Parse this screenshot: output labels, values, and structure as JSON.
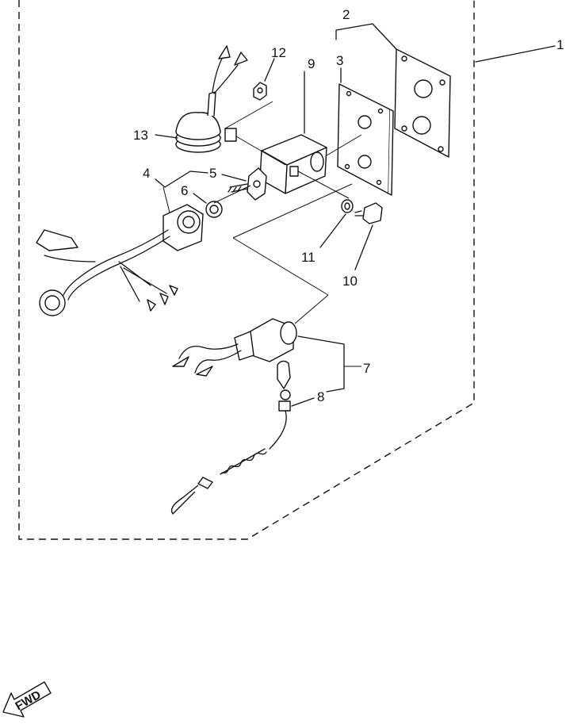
{
  "callouts": {
    "c1": "1",
    "c2": "2",
    "c3": "3",
    "c4": "4",
    "c5": "5",
    "c6": "6",
    "c7": "7",
    "c8": "8",
    "c9": "9",
    "c10": "10",
    "c11": "11",
    "c12": "12",
    "c13": "13"
  },
  "fwd_label": "FWD"
}
